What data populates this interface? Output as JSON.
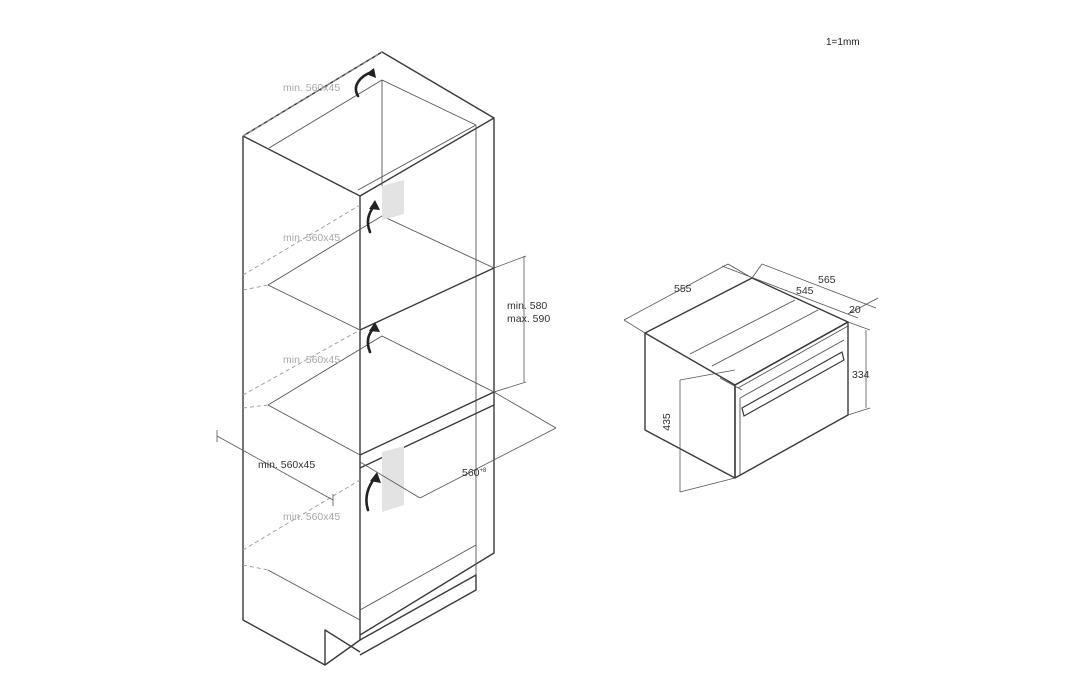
{
  "scale_note": "1=1mm",
  "cabinet": {
    "ghost_labels": [
      "min. 560x45",
      "min. 560x45",
      "min. 560x45",
      "min. 560x45"
    ],
    "width_label": "min. 560x45",
    "niche_height_min": "min. 580",
    "niche_height_max": "max. 590",
    "niche_depth": "560",
    "niche_depth_sup": "+8"
  },
  "oven": {
    "depth_total": "565",
    "depth_body": "545",
    "front_thickness": "20",
    "width": "555",
    "height_front": "334",
    "height_body": "435"
  },
  "colors": {
    "line": "#3a3a3a",
    "ghost_text": "#a8a8a8",
    "vent": "#e3e3e3"
  }
}
